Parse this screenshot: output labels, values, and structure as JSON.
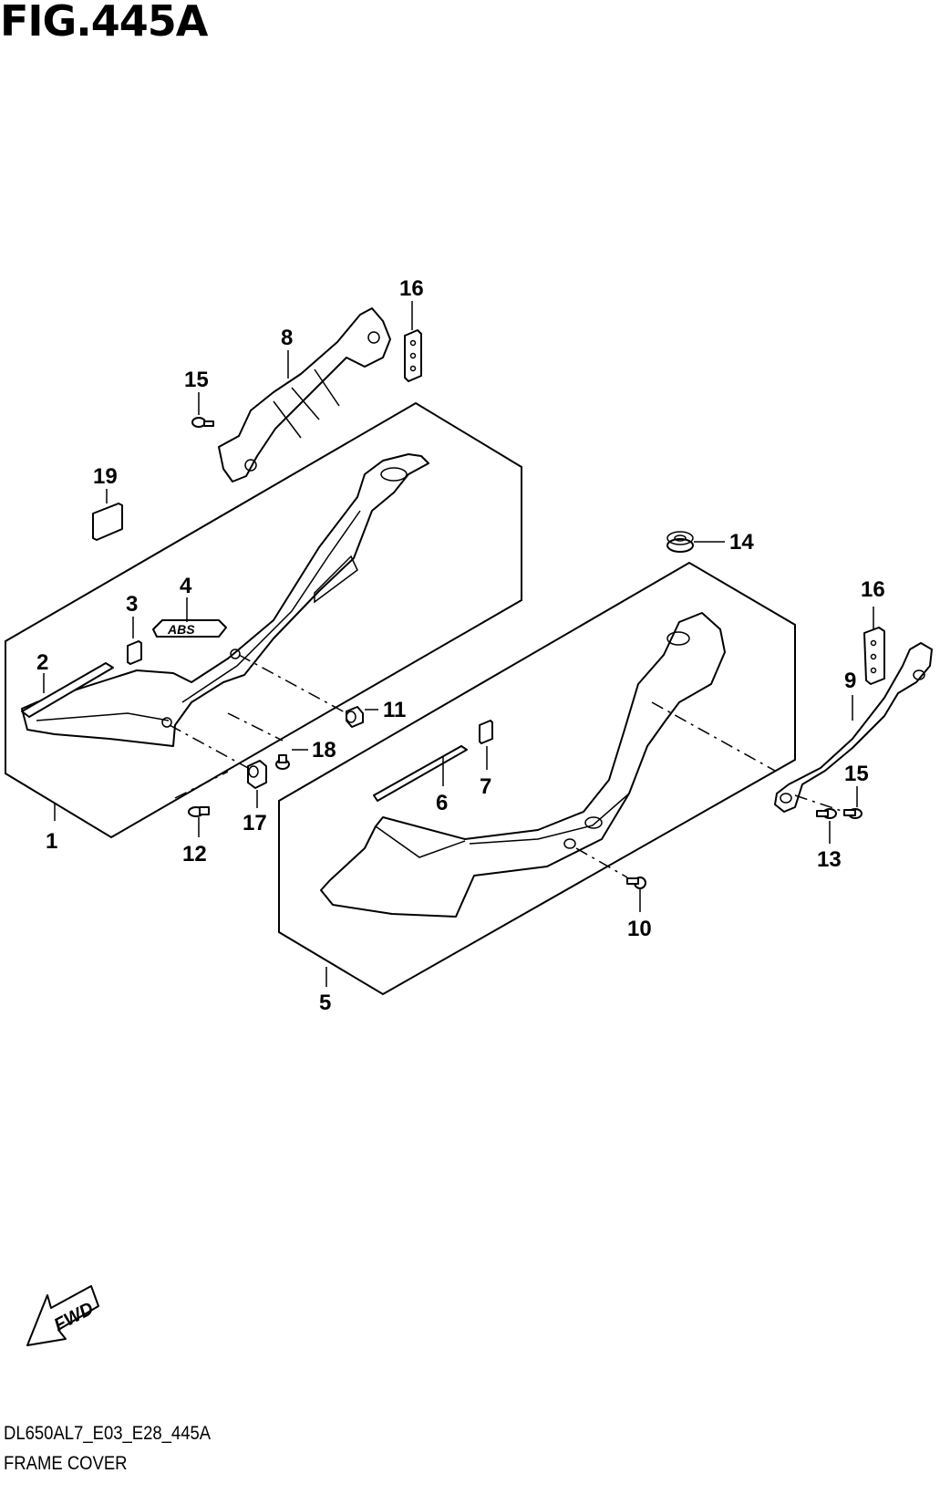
{
  "figure": {
    "title": "FIG.445A"
  },
  "callouts": [
    {
      "id": "1",
      "text": "1"
    },
    {
      "id": "2",
      "text": "2"
    },
    {
      "id": "3",
      "text": "3"
    },
    {
      "id": "4",
      "text": "4"
    },
    {
      "id": "5",
      "text": "5"
    },
    {
      "id": "6",
      "text": "6"
    },
    {
      "id": "7",
      "text": "7"
    },
    {
      "id": "8",
      "text": "8"
    },
    {
      "id": "9",
      "text": "9"
    },
    {
      "id": "10",
      "text": "10"
    },
    {
      "id": "11",
      "text": "11"
    },
    {
      "id": "12",
      "text": "12"
    },
    {
      "id": "13",
      "text": "13"
    },
    {
      "id": "14",
      "text": "14"
    },
    {
      "id": "15a",
      "text": "15"
    },
    {
      "id": "15b",
      "text": "15"
    },
    {
      "id": "16a",
      "text": "16"
    },
    {
      "id": "16b",
      "text": "16"
    },
    {
      "id": "17",
      "text": "17"
    },
    {
      "id": "18",
      "text": "18"
    },
    {
      "id": "19",
      "text": "19"
    }
  ],
  "emblem": {
    "text": "ABS"
  },
  "fwd_arrow": {
    "text": "FWD"
  },
  "footer": {
    "code": "DL650AL7_E03_E28_445A",
    "name": "FRAME COVER"
  }
}
